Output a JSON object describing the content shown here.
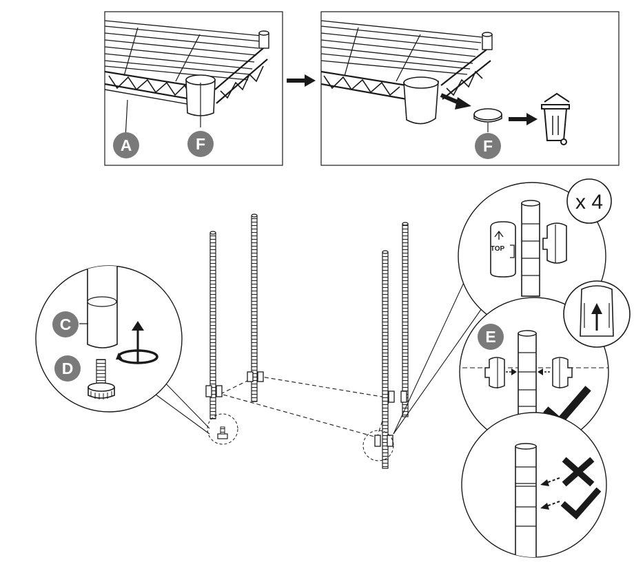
{
  "labels": {
    "a": "A",
    "f_step1": "F",
    "f_step2": "F",
    "c": "C",
    "d": "D",
    "e": "E"
  },
  "multiplier": "x 4",
  "sleeve_marking": "TOP",
  "colors": {
    "line": "#1a1a1a",
    "label_badge": "#7a7a7a",
    "label_text": "#ffffff",
    "background": "#ffffff"
  },
  "icons": [
    "arrow-right-icon",
    "trash-bin-icon",
    "rotate-icon",
    "arrow-up-icon",
    "checkmark-icon",
    "cross-icon"
  ]
}
